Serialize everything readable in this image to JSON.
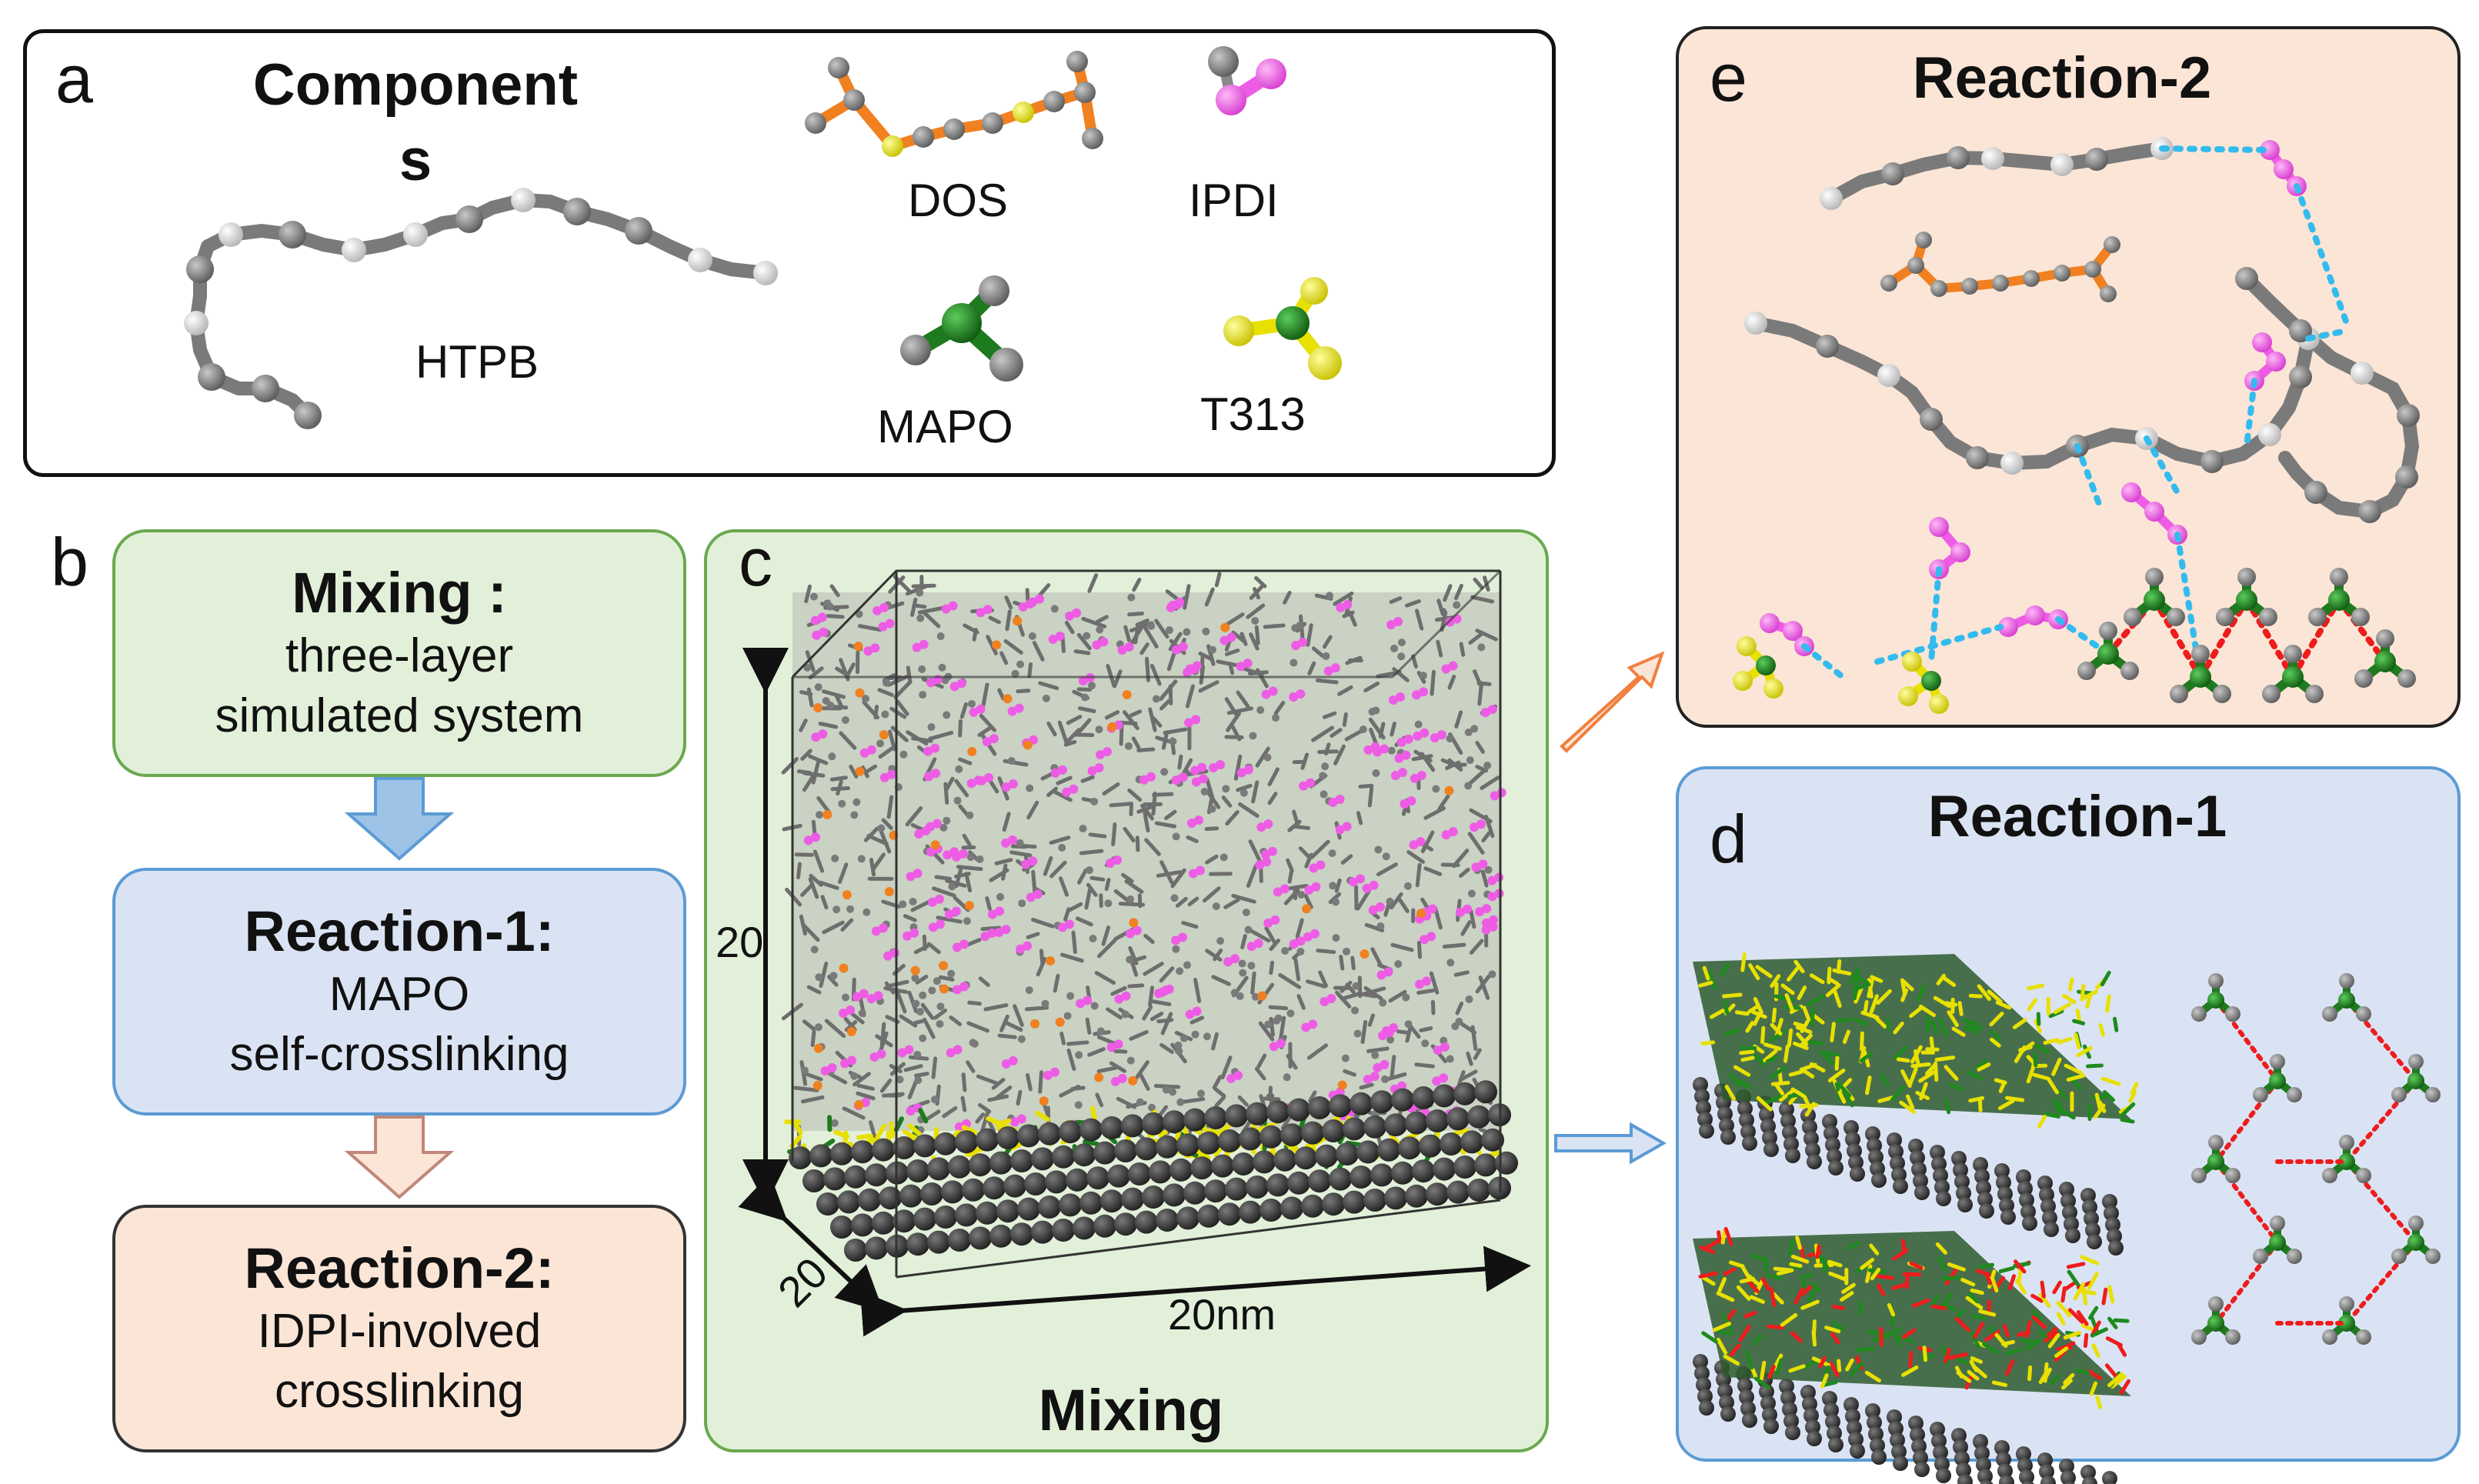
{
  "panels": {
    "a": {
      "letter": "a",
      "title": "Component\ns",
      "molecules": [
        "HTPB",
        "DOS",
        "IPDI",
        "MAPO",
        "T313"
      ]
    },
    "b": {
      "letter": "b",
      "steps": [
        {
          "heading": "Mixing :",
          "text1": "three-layer",
          "text2": "simulated  system"
        },
        {
          "heading": "Reaction-1:",
          "text1": "MAPO",
          "text2": "self-crosslinking"
        },
        {
          "heading": "Reaction-2:",
          "text1": "IDPI-involved",
          "text2": "crosslinking"
        }
      ]
    },
    "c": {
      "letter": "c",
      "title": "Mixing",
      "dim_height": "20",
      "dim_depth": "20",
      "dim_width": "20nm"
    },
    "d": {
      "letter": "d",
      "title": "Reaction-1"
    },
    "e": {
      "letter": "e",
      "title": "Reaction-2"
    }
  },
  "colors": {
    "panel_a_border": "#111111",
    "mixing_fill": "#e2f0d9",
    "mixing_border": "#6aa84f",
    "reaction1_fill": "#dae3f3",
    "reaction1_border": "#5b9bd5",
    "reaction2_fill": "#fbe5d6",
    "reaction2_border": "#333333",
    "carbon": "#808080",
    "oxygen_white": "#e6e6e6",
    "ipdi": "#ee5ce6",
    "dos_orange": "#f08020",
    "mapo_green": "#1e7a1e",
    "t313_yellow": "#e8e000",
    "hbond_blue": "#33bbee",
    "link_red": "#ee1c1c",
    "substrate": "#3a3a3a"
  }
}
